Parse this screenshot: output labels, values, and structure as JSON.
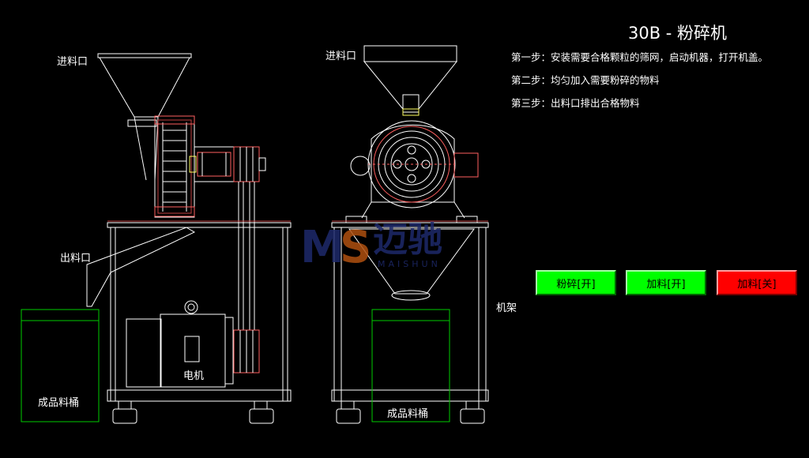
{
  "header": {
    "title": "30B - 粉碎机"
  },
  "steps": [
    "第一步：安装需要合格颗粒的筛网，启动机器，打开机盖。",
    "第二步：均匀加入需要粉碎的物料",
    "第三步：出料口排出合格物料"
  ],
  "side_view": {
    "inlet_label": "进料口",
    "outlet_label": "出料口",
    "motor_label": "电机",
    "bin_label": "成品料桶"
  },
  "front_view": {
    "inlet_label": "进料口",
    "frame_label": "机架",
    "bin_label": "成品料桶"
  },
  "controls": {
    "crush_button": {
      "label": "粉碎[开]",
      "state": "on",
      "color": "#00ff00"
    },
    "feed_on_button": {
      "label": "加料[开]",
      "state": "on",
      "color": "#00ff00"
    },
    "feed_off_button": {
      "label": "加料[关]",
      "state": "off",
      "color": "#ff0000"
    }
  },
  "watermark": {
    "text": "迈驰",
    "subtext": "MAISHUN",
    "color": "#1e2a6b"
  }
}
